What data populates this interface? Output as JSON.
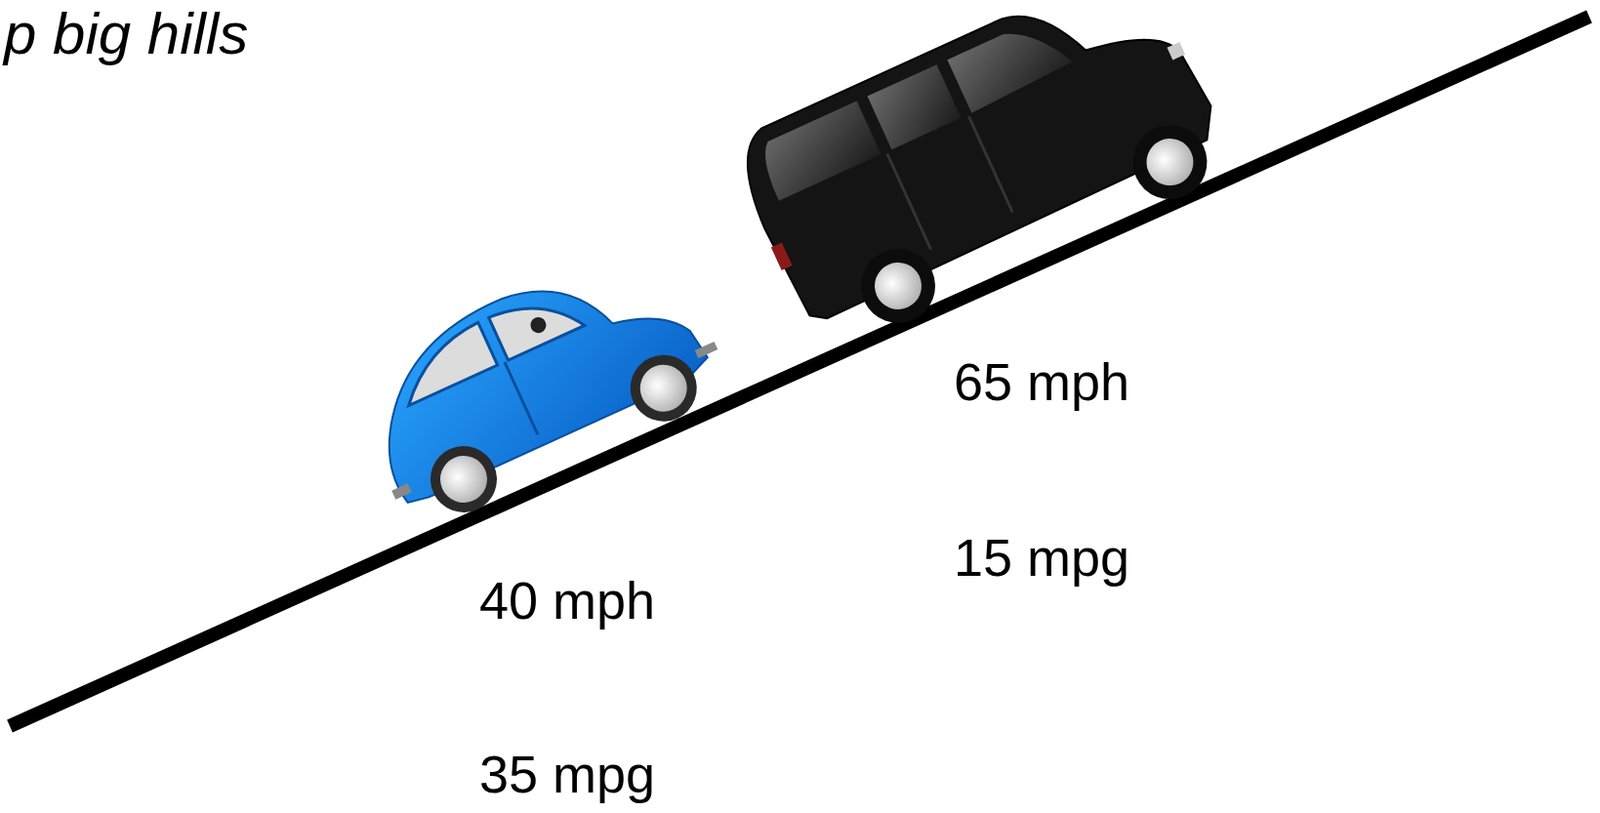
{
  "diagram": {
    "title": "p big hills",
    "labels": [
      "65 mph",
      "15 mpg",
      "40 mph",
      "35 mpg"
    ]
  }
}
